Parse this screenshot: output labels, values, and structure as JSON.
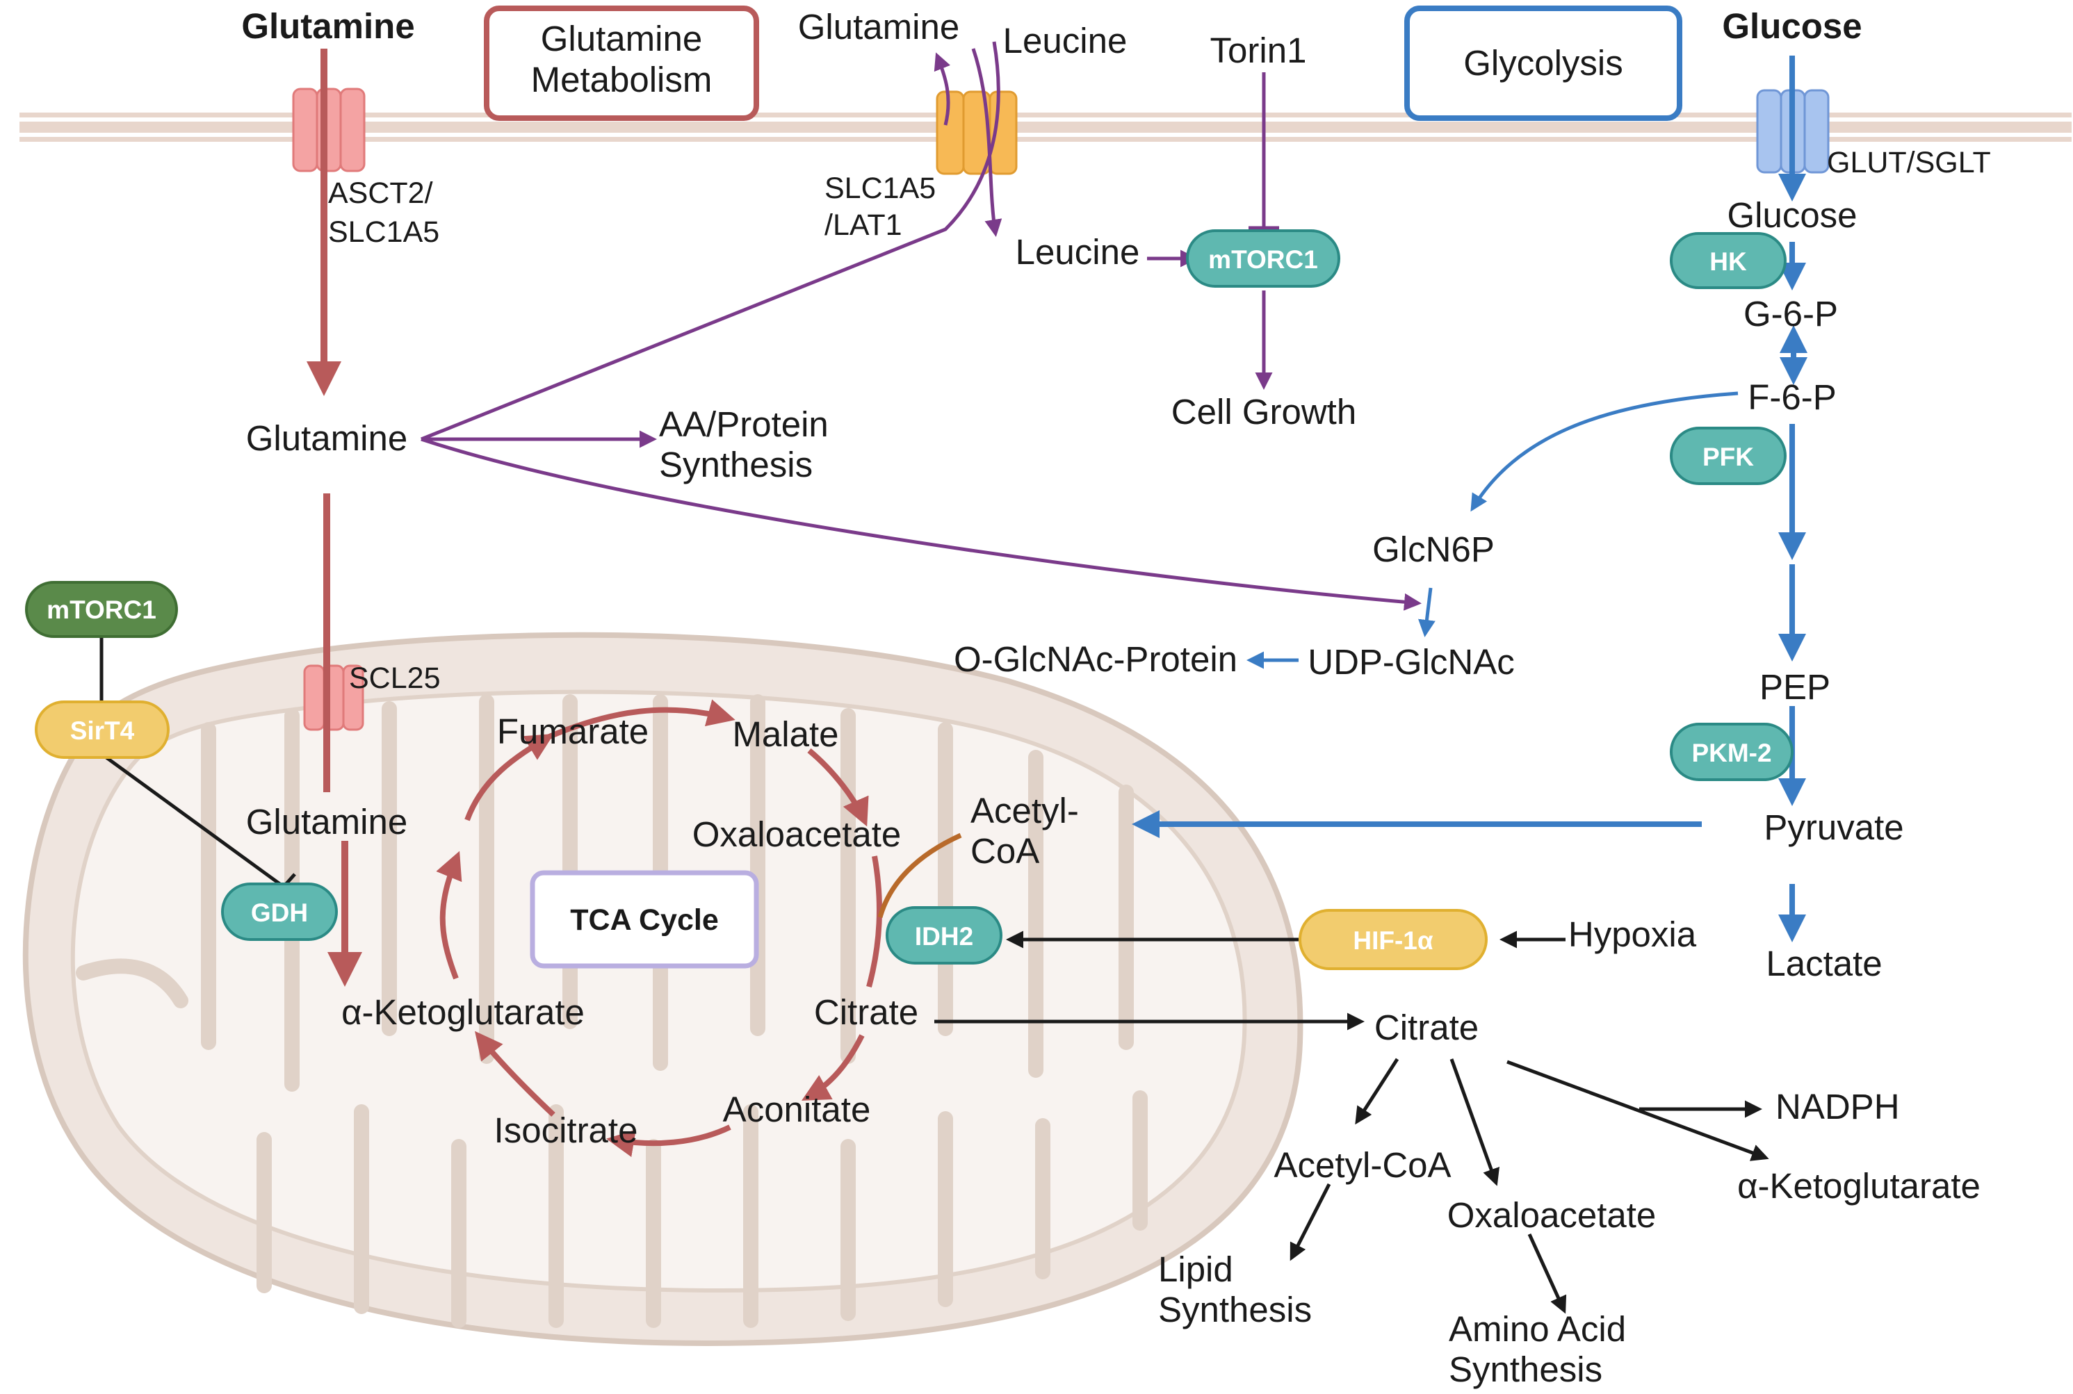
{
  "colors": {
    "glutamine_path": "#b85a5a",
    "leucine_path": "#7a3a8a",
    "glycolysis_path": "#3a7cc4",
    "enzyme_fill": "#5fb8b0",
    "enzyme_stroke": "#2b8a85",
    "mtorc1_dark": "#5a8a4a",
    "yellow_fill": "#f2cc6e",
    "mito_fill": "#efe5df",
    "membrane": "#e8d6cc"
  },
  "headers": {
    "glutamine_bold": "Glutamine",
    "glucose_bold": "Glucose",
    "glutamine_metabolism": [
      "Glutamine",
      "Metabolism"
    ],
    "glycolysis": "Glycolysis",
    "tca_cycle": "TCA Cycle"
  },
  "transporters": {
    "asct2": [
      "ASCT2/",
      "SLC1A5"
    ],
    "slc1a5_lat1": [
      "SLC1A5",
      "/LAT1"
    ],
    "glut_sglt": "GLUT/SGLT",
    "scl25": "SCL25"
  },
  "leucine_module": {
    "glutamine_out": "Glutamine",
    "leucine_in": "Leucine",
    "leucine_cyto": "Leucine",
    "torin1": "Torin1",
    "mtorc1": "mTORC1",
    "cell_growth": "Cell Growth"
  },
  "glutamine_module": {
    "glutamine_cyto": "Glutamine",
    "aa_protein": [
      "AA/Protein",
      "Synthesis"
    ],
    "glutamine_mito": "Glutamine",
    "akg": "α-Ketoglutarate",
    "mtorc1": "mTORC1",
    "sirt4": "SirT4",
    "gdh": "GDH"
  },
  "glycolysis_module": {
    "glucose_cyto": "Glucose",
    "hk": "HK",
    "g6p": "G-6-P",
    "f6p": "F-6-P",
    "pfk": "PFK",
    "pep": "PEP",
    "pkm2": "PKM-2",
    "pyruvate": "Pyruvate",
    "lactate": "Lactate"
  },
  "hexosamine": {
    "glcn6p": "GlcN6P",
    "udp_glcnac": "UDP-GlcNAc",
    "o_glcnac": "O-GlcNAc-Protein"
  },
  "tca": {
    "fumarate": "Fumarate",
    "malate": "Malate",
    "oxaloacetate": "Oxaloacetate",
    "acetyl_coa": [
      "Acetyl-",
      "CoA"
    ],
    "citrate": "Citrate",
    "aconitate": "Aconitate",
    "isocitrate": "Isocitrate",
    "idh2": "IDH2"
  },
  "hypoxia_module": {
    "hif1a": "HIF-1α",
    "hypoxia": "Hypoxia"
  },
  "citrate_fates": {
    "citrate": "Citrate",
    "acetyl_coa": "Acetyl-CoA",
    "lipid": [
      "Lipid",
      "Synthesis"
    ],
    "oxaloacetate": "Oxaloacetate",
    "amino_acid": [
      "Amino Acid",
      "Synthesis"
    ],
    "nadph": "NADPH",
    "akg": "α-Ketoglutarate"
  }
}
